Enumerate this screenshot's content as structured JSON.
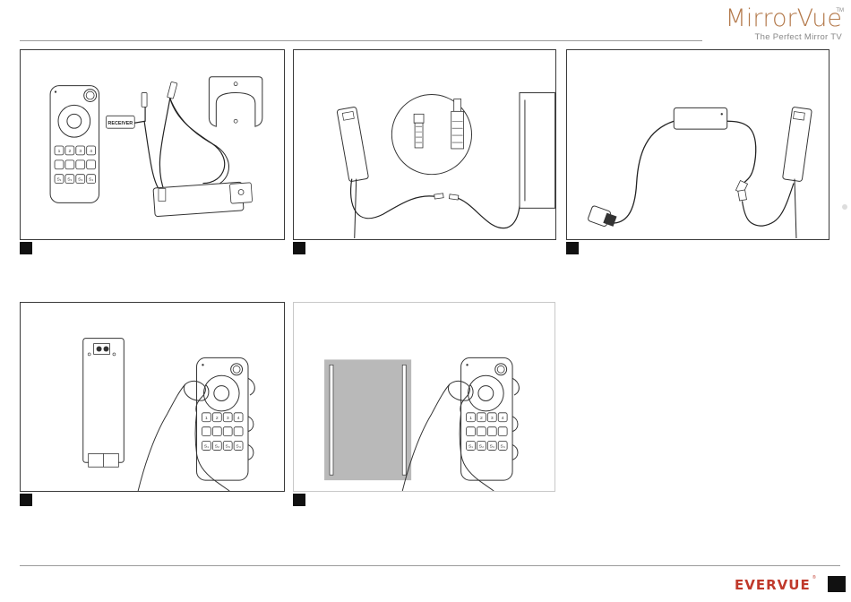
{
  "brand": {
    "name": "MirrorVue",
    "tm": "TM",
    "tagline": "The Perfect Mirror TV"
  },
  "panel1": {
    "receiver_label": "RECEIVER",
    "remote_keys_row1": [
      "1",
      "2",
      "3",
      "4"
    ],
    "remote_keys_s": [
      "S₁",
      "S₂",
      "S₃",
      "S₄"
    ]
  },
  "panel4": {
    "remote_keys_row1": [
      "1",
      "2",
      "3",
      "4"
    ],
    "remote_keys_s": [
      "S₁",
      "S₂",
      "S₃",
      "S₄"
    ]
  },
  "panel5": {
    "remote_keys_row1": [
      "1",
      "2",
      "3",
      "4"
    ],
    "remote_keys_s": [
      "S₁",
      "S₂",
      "S₃",
      "S₄"
    ]
  },
  "footer": {
    "logo": "EVERVUE",
    "tm": "®"
  }
}
